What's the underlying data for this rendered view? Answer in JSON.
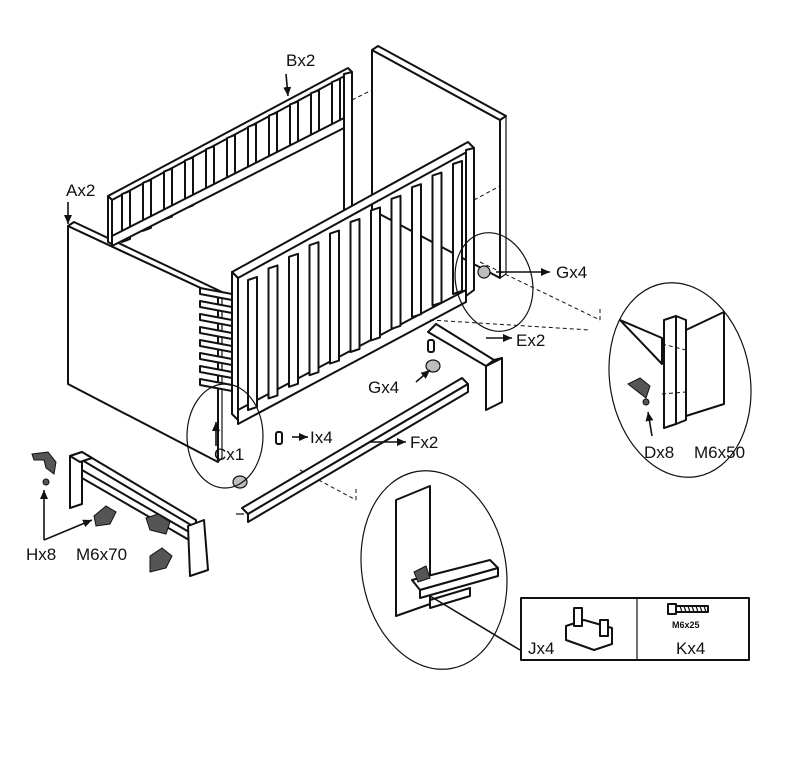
{
  "labels": {
    "A": "Ax2",
    "B": "Bx2",
    "C": "Cx1",
    "D": "Dx8",
    "D_spec": "M6x50",
    "E": "Ex2",
    "F": "Fx2",
    "G_top": "Gx4",
    "G_bottom": "Gx4",
    "H": "Hx8",
    "H_spec": "M6x70",
    "I": "Ix4",
    "J": "Jx4",
    "K": "Kx4",
    "K_screw_mark": "M6x25"
  },
  "colors": {
    "line": "#111111",
    "background": "#ffffff",
    "shade": "#bdbdbd"
  }
}
